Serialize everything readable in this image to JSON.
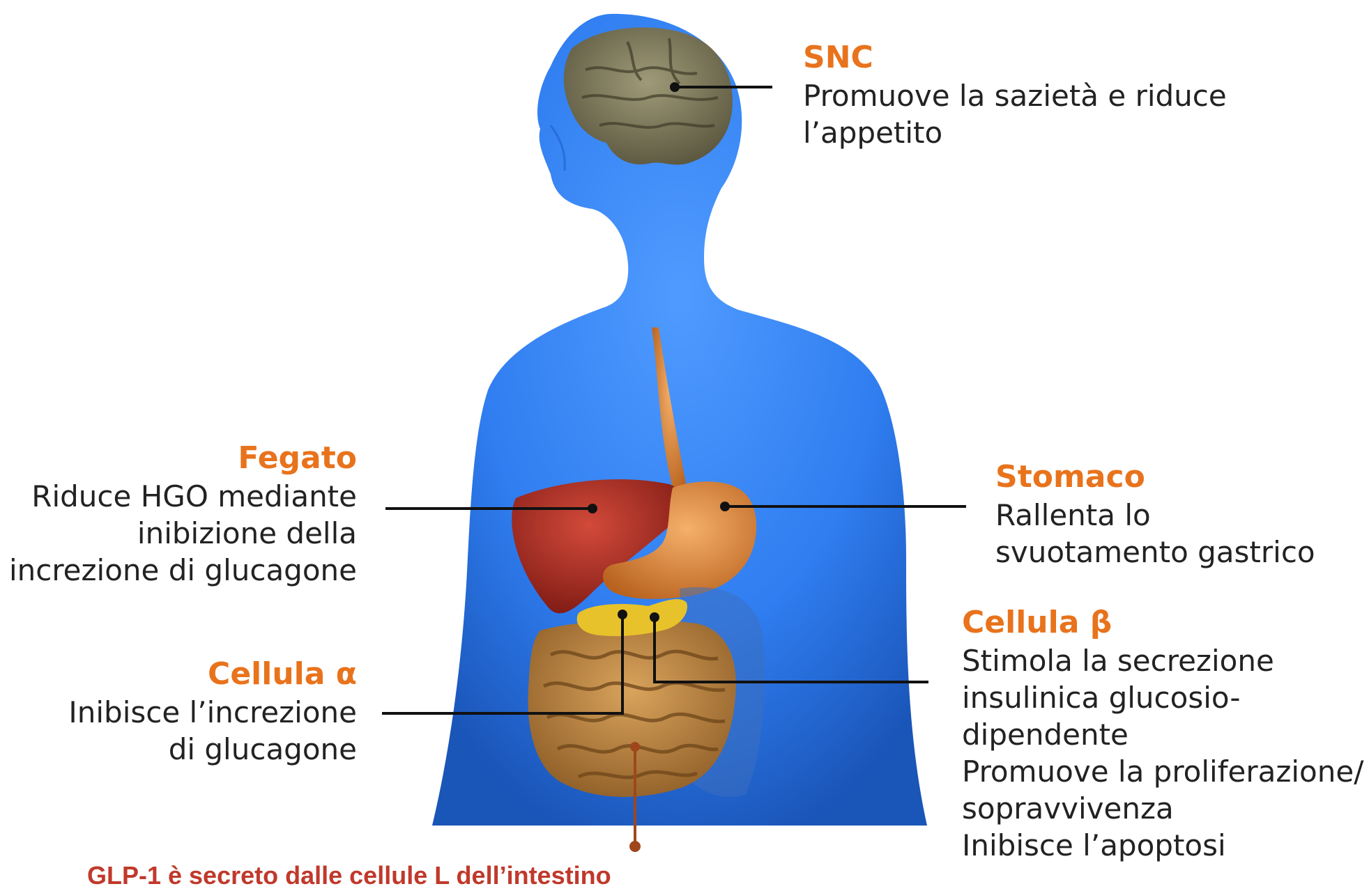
{
  "colors": {
    "body": "#2f7df0",
    "heading": "#e8731c",
    "text": "#222222",
    "glp": "#c0392b"
  },
  "labels": {
    "snc": {
      "title": "SNC",
      "lines": [
        "Promuove la sazietà e riduce",
        "l’appetito"
      ]
    },
    "fegato": {
      "title": "Fegato",
      "lines": [
        "Riduce HGO mediante",
        "inibizione della",
        "increzione di glucagone"
      ]
    },
    "stomaco": {
      "title": "Stomaco",
      "lines": [
        "Rallenta lo",
        "svuotamento gastrico"
      ]
    },
    "cellula_beta": {
      "title": "Cellula β",
      "lines": [
        "Stimola la secrezione",
        "insulinica glucosio-",
        "dipendente",
        "Promuove la proliferazione/",
        "sopravvivenza",
        "Inibisce l’apoptosi"
      ]
    },
    "cellula_alfa": {
      "title": "Cellula α",
      "lines": [
        "Inibisce l’increzione",
        "di glucagone"
      ]
    }
  },
  "footer": "GLP-1 è secreto dalle cellule L dell’intestino"
}
